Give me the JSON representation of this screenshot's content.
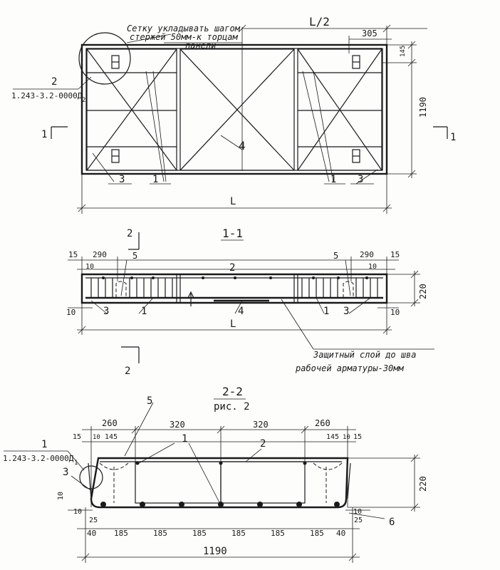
{
  "plan": {
    "note_line1": "Сетку укладывать шагом",
    "note_line2": "стержей 50мм-к торцам",
    "note_line3": "панели",
    "half_length": "L/2",
    "length": "L",
    "dim_305": "305",
    "dim_145": "145",
    "dim_1190": "1190",
    "ref_number": "2",
    "ref_code": "1.243-3.2-0000Д",
    "ref_code_sub": "2",
    "section_mark_left": "1",
    "section_mark_right": "1",
    "pos_3_left": "3",
    "pos_1_left": "1",
    "pos_4": "4",
    "pos_1_right": "1",
    "pos_3_right": "3"
  },
  "section_1_1": {
    "title": "1-1",
    "cut_mark": "2",
    "cut_mark_bottom": "2",
    "dim_15_left": "15",
    "dim_290_left": "290",
    "dim_10_left_top": "10",
    "dim_10_left_bottom": "10",
    "dim_290_right": "290",
    "dim_15_right": "15",
    "dim_10_right_top": "10",
    "dim_10_right_bottom": "10",
    "dim_220": "220",
    "length": "L",
    "pos_5_left": "5",
    "pos_2": "2",
    "pos_5_right": "5",
    "pos_3_left": "3",
    "pos_1_left": "1",
    "pos_4": "4",
    "pos_1_right": "1",
    "pos_3_right": "3",
    "cover_note_line1": "Защитный слой до шва",
    "cover_note_line2": "рабочей арматуры-30мм"
  },
  "section_2_2": {
    "title": "2-2",
    "subtitle": "рис. 2",
    "ref_number": "1",
    "ref_code": "1.243-3.2-0000Д",
    "ref_code_sub": "1",
    "pos_3": "3",
    "pos_5": "5",
    "pos_1": "1",
    "pos_2": "2",
    "pos_6": "6",
    "dim_260_left": "260",
    "dim_320_a": "320",
    "dim_320_b": "320",
    "dim_260_right": "260",
    "dim_15_left": "15",
    "dim_10_left": "10",
    "dim_145_left": "145",
    "dim_145_right": "145",
    "dim_10_right": "10",
    "dim_15_right": "15",
    "dim_220": "220",
    "dim_10_side": "10",
    "dim_10_bottom_left": "10",
    "dim_25_left": "25",
    "dim_10_bottom_right": "10",
    "dim_25_right": "25",
    "bottom_dims": [
      "40",
      "185",
      "185",
      "185",
      "185",
      "185",
      "185",
      "40"
    ],
    "total_width": "1190"
  }
}
